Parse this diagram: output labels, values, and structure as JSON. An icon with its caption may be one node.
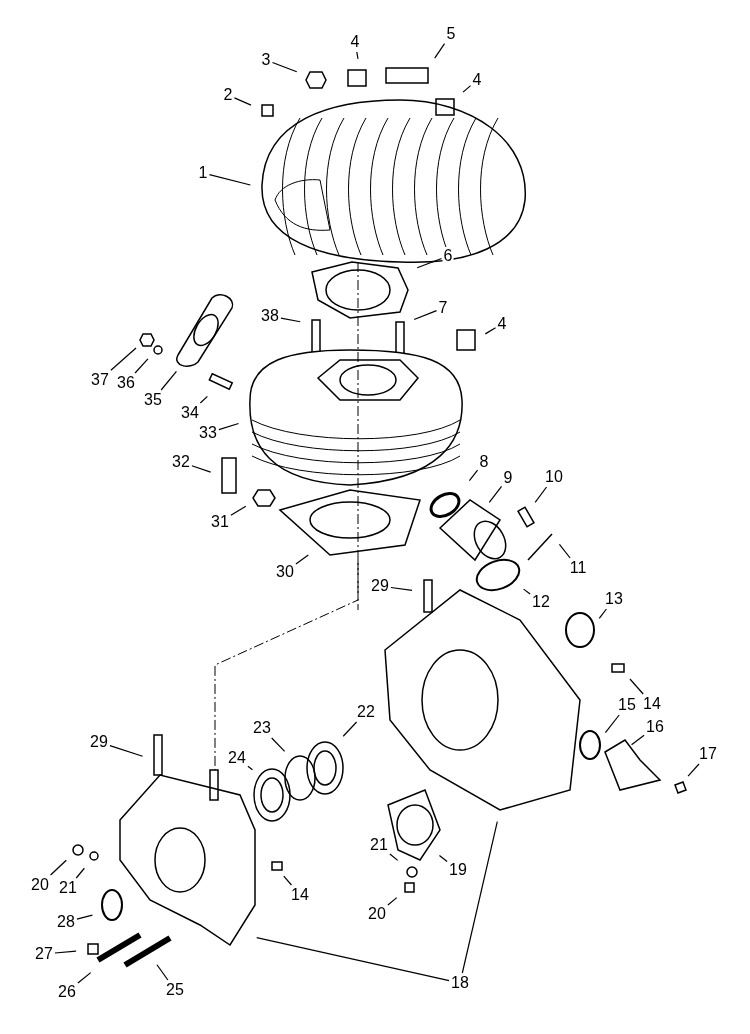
{
  "diagram": {
    "nodes": [
      {
        "text": [
          "1"
        ]
      },
      {
        "text": [
          "2"
        ]
      },
      {
        "text": [
          "3"
        ]
      },
      {
        "text": [
          "4"
        ]
      },
      {
        "text": [
          "5"
        ]
      },
      {
        "text": [
          "4"
        ]
      },
      {
        "text": [
          "6"
        ]
      },
      {
        "text": [
          "7"
        ]
      },
      {
        "text": [
          "38"
        ]
      },
      {
        "text": [
          "4"
        ]
      },
      {
        "text": [
          "37"
        ]
      },
      {
        "text": [
          "36"
        ]
      },
      {
        "text": [
          "35"
        ]
      },
      {
        "text": [
          "34"
        ]
      },
      {
        "text": [
          "33"
        ]
      },
      {
        "text": [
          "32"
        ]
      },
      {
        "text": [
          "31"
        ]
      },
      {
        "text": [
          "8"
        ]
      },
      {
        "text": [
          "9"
        ]
      },
      {
        "text": [
          "10"
        ]
      },
      {
        "text": [
          "11"
        ]
      },
      {
        "text": [
          "12"
        ]
      },
      {
        "text": [
          "30"
        ]
      },
      {
        "text": [
          "29"
        ]
      },
      {
        "text": [
          "13"
        ]
      },
      {
        "text": [
          "14"
        ]
      },
      {
        "text": [
          "15"
        ]
      },
      {
        "text": [
          "16"
        ]
      },
      {
        "text": [
          "17"
        ]
      },
      {
        "text": [
          "22"
        ]
      },
      {
        "text": [
          "23"
        ]
      },
      {
        "text": [
          "24"
        ]
      },
      {
        "text": [
          "29"
        ]
      },
      {
        "text": [
          "21"
        ]
      },
      {
        "text": [
          "19"
        ]
      },
      {
        "text": [
          "20"
        ]
      },
      {
        "text": [
          "20"
        ]
      },
      {
        "text": [
          "21"
        ]
      },
      {
        "text": [
          "14"
        ]
      },
      {
        "text": [
          "28"
        ]
      },
      {
        "text": [
          "27"
        ]
      },
      {
        "text": [
          "26"
        ]
      },
      {
        "text": [
          "25"
        ]
      },
      {
        "text": [
          "18"
        ]
      }
    ],
    "edges": [
      {
        "from": 0,
        "to": null,
        "arrow": "none"
      },
      {
        "from": 1,
        "to": null,
        "arrow": "none"
      },
      {
        "from": 2,
        "to": null,
        "arrow": "none"
      },
      {
        "from": 3,
        "to": null,
        "arrow": "none"
      },
      {
        "from": 4,
        "to": null,
        "arrow": "none"
      },
      {
        "from": 5,
        "to": null,
        "arrow": "none"
      },
      {
        "from": 6,
        "to": null,
        "arrow": "none"
      },
      {
        "from": 7,
        "to": null,
        "arrow": "none"
      },
      {
        "from": 8,
        "to": null,
        "arrow": "none"
      },
      {
        "from": 9,
        "to": null,
        "arrow": "none"
      },
      {
        "from": 10,
        "to": null,
        "arrow": "none"
      },
      {
        "from": 11,
        "to": null,
        "arrow": "none"
      },
      {
        "from": 12,
        "to": null,
        "arrow": "none"
      },
      {
        "from": 13,
        "to": null,
        "arrow": "none"
      },
      {
        "from": 14,
        "to": null,
        "arrow": "none"
      },
      {
        "from": 15,
        "to": null,
        "arrow": "none"
      },
      {
        "from": 16,
        "to": null,
        "arrow": "none"
      },
      {
        "from": 17,
        "to": null,
        "arrow": "none"
      },
      {
        "from": 18,
        "to": null,
        "arrow": "none"
      },
      {
        "from": 19,
        "to": null,
        "arrow": "none"
      },
      {
        "from": 20,
        "to": null,
        "arrow": "none"
      },
      {
        "from": 21,
        "to": null,
        "arrow": "none"
      },
      {
        "from": 22,
        "to": null,
        "arrow": "none"
      },
      {
        "from": 23,
        "to": null,
        "arrow": "none"
      },
      {
        "from": 24,
        "to": null,
        "arrow": "none"
      },
      {
        "from": 25,
        "to": null,
        "arrow": "none"
      },
      {
        "from": 26,
        "to": null,
        "arrow": "none"
      },
      {
        "from": 27,
        "to": null,
        "arrow": "none"
      },
      {
        "from": 28,
        "to": null,
        "arrow": "none"
      },
      {
        "from": 29,
        "to": null,
        "arrow": "none"
      },
      {
        "from": 30,
        "to": null,
        "arrow": "none"
      },
      {
        "from": 31,
        "to": null,
        "arrow": "none"
      },
      {
        "from": 32,
        "to": null,
        "arrow": "none"
      },
      {
        "from": 33,
        "to": null,
        "arrow": "none"
      },
      {
        "from": 34,
        "to": null,
        "arrow": "none"
      },
      {
        "from": 35,
        "to": null,
        "arrow": "none"
      },
      {
        "from": 36,
        "to": null,
        "arrow": "none"
      },
      {
        "from": 37,
        "to": null,
        "arrow": "none"
      },
      {
        "from": 38,
        "to": null,
        "arrow": "none"
      },
      {
        "from": 39,
        "to": null,
        "arrow": "none"
      },
      {
        "from": 40,
        "to": null,
        "arrow": "none"
      },
      {
        "from": 41,
        "to": null,
        "arrow": "none"
      },
      {
        "from": 42,
        "to": null,
        "arrow": "none"
      },
      {
        "from": 43,
        "to": null,
        "arrow": "none"
      },
      {
        "from": 43,
        "to": null,
        "arrow": "none"
      }
    ]
  }
}
